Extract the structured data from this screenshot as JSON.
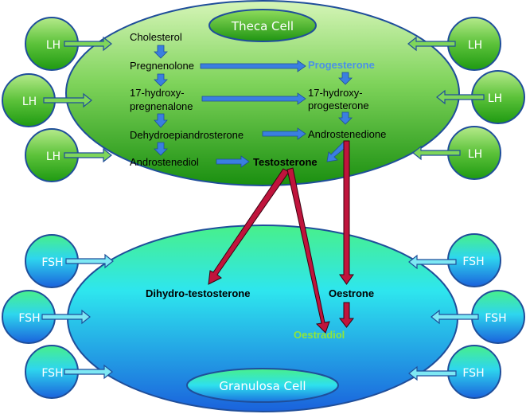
{
  "theca_cell": {
    "title": "Theca Cell",
    "stimulating_hormone": "LH",
    "hormone_count_left": 3,
    "hormone_count_right": 3,
    "molecules": {
      "cholesterol": "Cholesterol",
      "pregnenolone": "Pregnenolone",
      "hydroxy_pregnenalone_1": "17-hydroxy-",
      "hydroxy_pregnenalone_2": "pregnenalone",
      "dhea": "Dehydroepiandrosterone",
      "androstenediol": "Androstenediol",
      "progesterone": "Progesterone",
      "hydroxy_progesterone_1": "17-hydroxy-",
      "hydroxy_progesterone_2": "progesterone",
      "androstenedione": "Androstenedione",
      "testosterone": "Testosterone"
    }
  },
  "granulosa_cell": {
    "title": "Granulosa Cell",
    "stimulating_hormone": "FSH",
    "hormone_count_left": 3,
    "hormone_count_right": 3,
    "molecules": {
      "dihydrotestosterone": "Dihydro-testosterone",
      "oestrone": "Oestrone",
      "oestradiol": "Oestradiol"
    }
  },
  "colors": {
    "theca_fill_light": "#c8f0a8",
    "theca_fill_dark": "#1a9a10",
    "granulosa_fill_top": "#40f090",
    "granulosa_fill_mid": "#30e0f0",
    "granulosa_fill_bottom": "#1a6ae0",
    "outline": "#1f4e9a",
    "blue_arrow": "#3a7fe0",
    "red_arrow": "#c0143c",
    "progesterone_text": "#4a90e8",
    "oestradiol_text": "#8ee63a"
  }
}
